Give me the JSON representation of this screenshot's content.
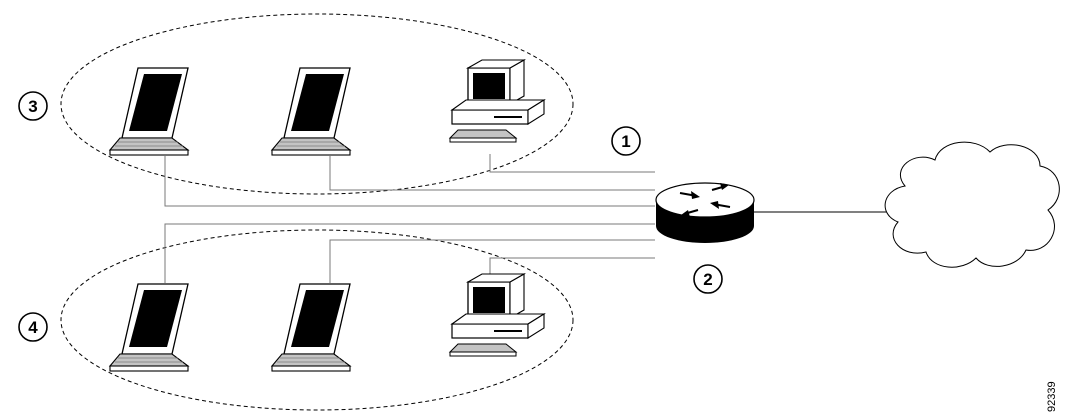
{
  "callouts": {
    "c1": "1",
    "c2": "2",
    "c3": "3",
    "c4": "4"
  },
  "figure_id": "92339",
  "icons": {
    "client_group_top": [
      "laptop-icon",
      "laptop-icon",
      "desktop-computer-icon"
    ],
    "client_group_bottom": [
      "laptop-icon",
      "laptop-icon",
      "desktop-computer-icon"
    ],
    "hub": "router-icon",
    "network": "cloud-icon"
  },
  "colors": {
    "line": "#000000",
    "cable": "#7a7a7a",
    "keyboard": "#bdbdbd"
  }
}
